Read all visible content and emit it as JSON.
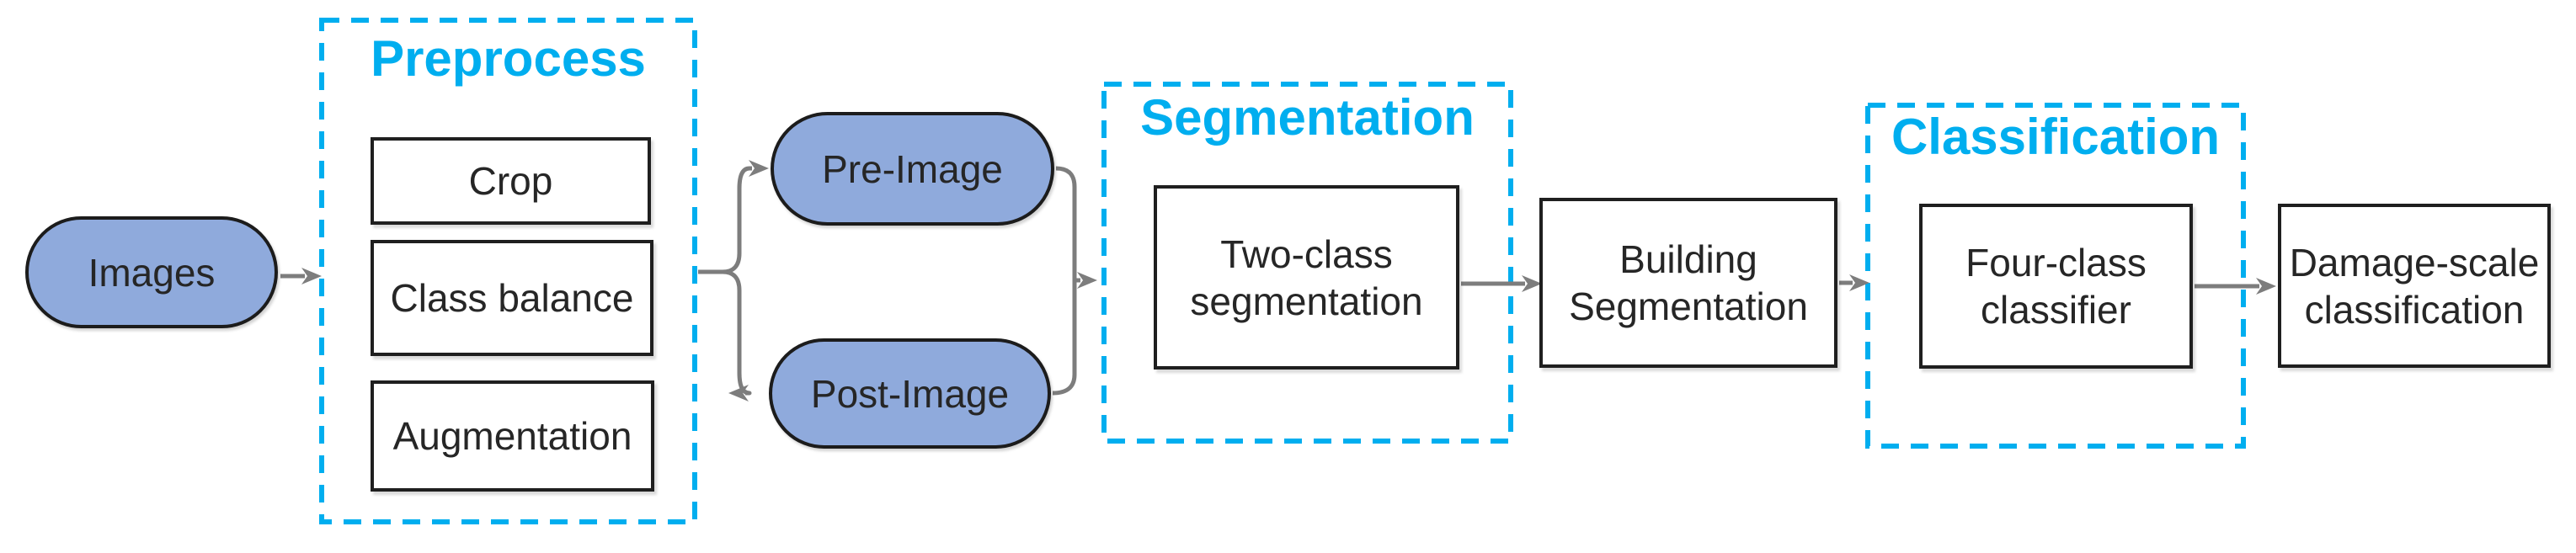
{
  "diagram": {
    "input_node": {
      "label": "Images"
    },
    "intermediate_nodes": {
      "pre_image": {
        "label": "Pre-Image"
      },
      "post_image": {
        "label": "Post-Image"
      }
    },
    "groups": {
      "preprocess": {
        "title": "Preprocess",
        "steps": [
          "Crop",
          "Class balance",
          "Augmentation"
        ]
      },
      "segmentation": {
        "title": "Segmentation",
        "node": {
          "line1": "Two-class",
          "line2": "segmentation"
        }
      },
      "classification": {
        "title": "Classification",
        "node": {
          "line1": "Four-class",
          "line2": "classifier"
        }
      }
    },
    "nodes": {
      "building": {
        "line1": "Building",
        "line2": "Segmentation"
      },
      "damage": {
        "line1": "Damage-scale",
        "line2": "classification"
      }
    },
    "colors": {
      "accent_cyan": "#00AEEF",
      "node_blue": "#8FAADC",
      "arrow_gray": "#7D7D7D",
      "outline_black": "#1C1C1C"
    }
  }
}
